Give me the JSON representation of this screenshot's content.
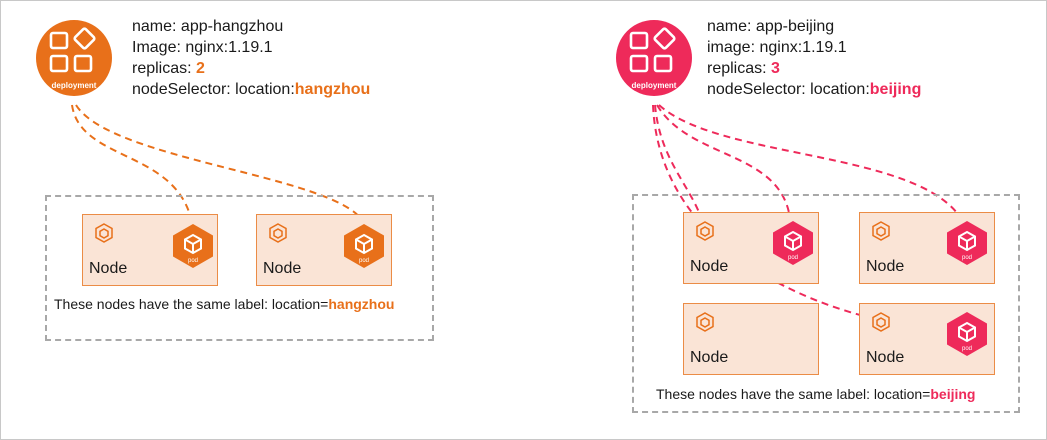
{
  "colors": {
    "orange": "#e8701a",
    "pink": "#ee2a5a",
    "node_fill": "#fae4d6",
    "node_border": "#eb8c46"
  },
  "left": {
    "deployment_label": "deployment",
    "name_key": "name:",
    "name_val": "app-hangzhou",
    "image_key": "Image:",
    "image_val": "nginx:1.19.1",
    "replicas_key": "replicas:",
    "replicas_val": "2",
    "selector_key": "nodeSelector: location:",
    "selector_val": "hangzhou",
    "nodes": [
      "Node",
      "Node"
    ],
    "pod_label": "pod",
    "caption_text": "These nodes have the same label: location=",
    "caption_val": "hangzhou"
  },
  "right": {
    "deployment_label": "deployment",
    "name_key": "name:",
    "name_val": "app-beijing",
    "image_key": "image:",
    "image_val": "nginx:1.19.1",
    "replicas_key": "replicas:",
    "replicas_val": "3",
    "selector_key": "nodeSelector: location:",
    "selector_val": "beijing",
    "nodes": [
      "Node",
      "Node",
      "Node",
      "Node"
    ],
    "pod_label": "pod",
    "caption_text": "These nodes have the same label: location=",
    "caption_val": "beijing"
  }
}
